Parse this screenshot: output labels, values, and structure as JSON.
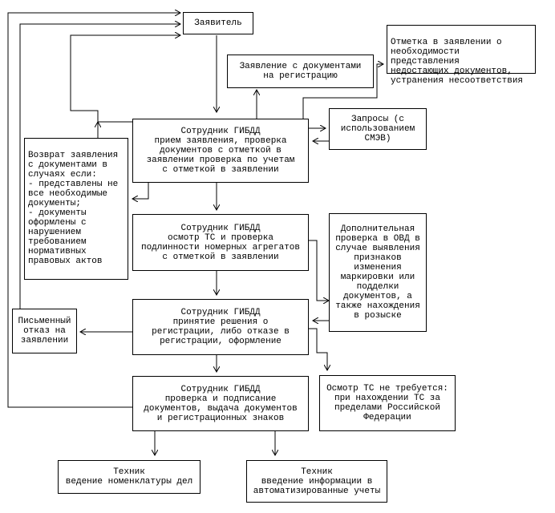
{
  "nodes": {
    "applicant": "Заявитель",
    "reception": "Сотрудник ГИБДД\nприем заявления, проверка\nдокументов с отметкой в\nзаявлении проверка по учетам\nс отметкой в заявлении",
    "registration_docs": "Заявление с документами\nна регистрацию",
    "missing_docs_note": "Отметка в заявлении о\nнеобходимости представления\nнедостающих документов,\nустранения несоответствия",
    "requests": "Запросы (с\nиспользованием\nСМЭВ)",
    "return": "Возврат заявления\nс документами в\nслучаях если:\n- представлены не\nвсе необходимые\nдокументы;\n- документы\nоформлены с\nнарушением\nтребованием\nнормативных\nправовых актов",
    "inspection": "Сотрудник ГИБДД\nосмотр ТС и проверка\nподлинности номерных агрегатов\nс отметкой в заявлении",
    "extra_check": "Дополнительная\nпроверка в ОВД в\nслучае выявления\nпризнаков\nизменения\nмаркировки или\nподделки\nдокументов, а\nтакже нахождения\nв розыске",
    "decision": "Сотрудник ГИБДД\nпринятие решения о\nрегистрации, либо отказе в\nрегистрации, оформление",
    "written_refusal": "Письменный\nотказ на\nзаявлении",
    "no_inspection": "Осмотр ТС не требуется:\nпри нахождении ТС за\nпределами Российской\nФедерации",
    "signing": "Сотрудник ГИБДД\nпроверка и подписание\nдокументов, выдача документов\nи регистрационных знаков",
    "tech1": "Техник\nведение номенклатуры дел",
    "tech2": "Техник\nвведение информации в\nавтоматизированные учеты"
  }
}
